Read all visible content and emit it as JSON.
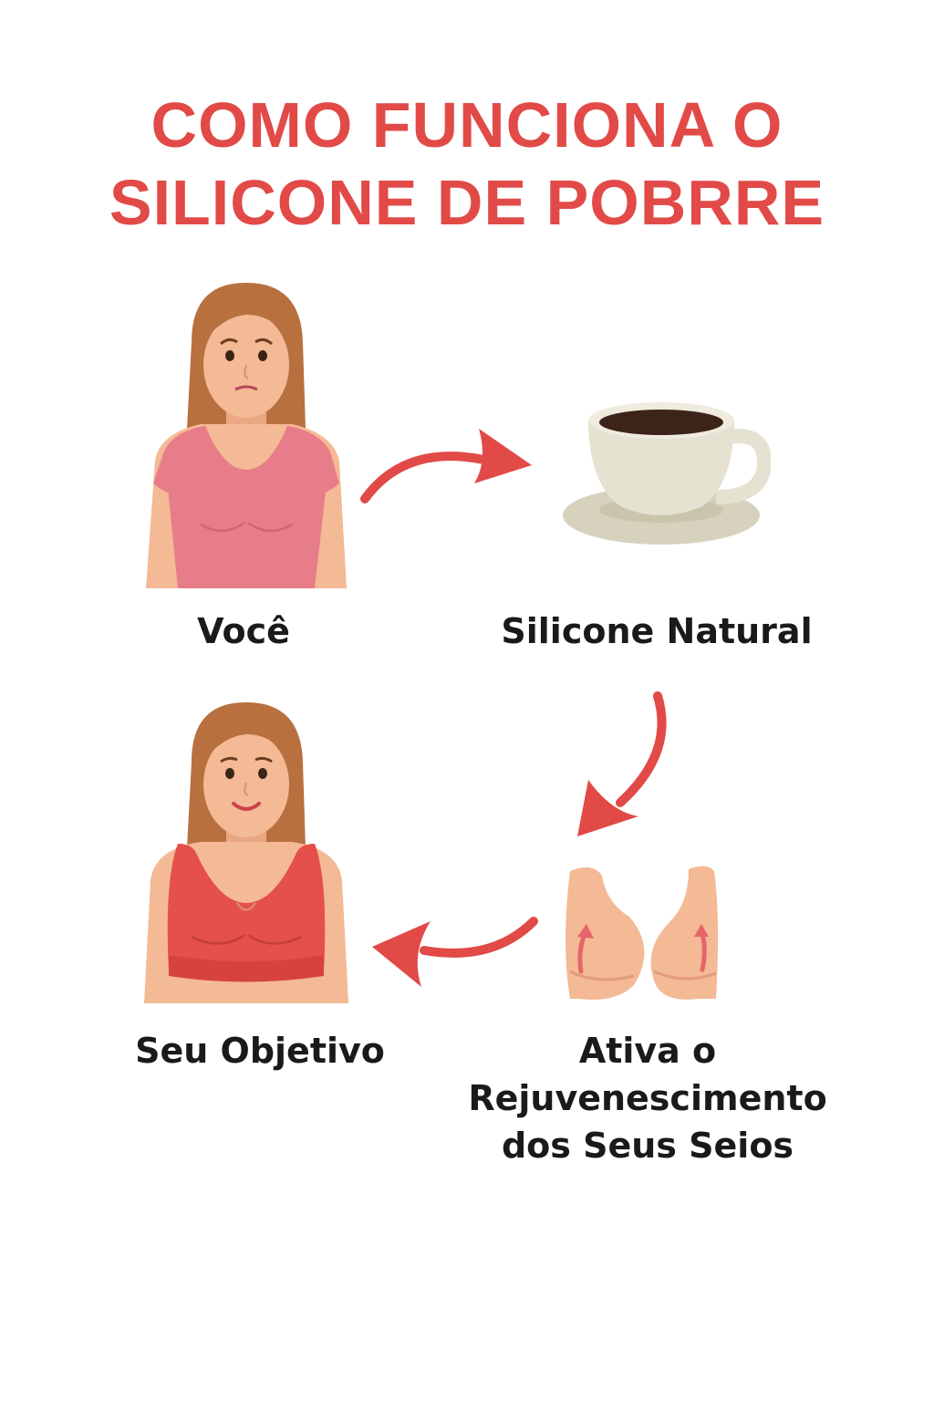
{
  "title": {
    "line1": "COMO FUNCIONA O",
    "line2": "SILICONE DE POBRRE"
  },
  "steps": [
    {
      "label": "Você",
      "icon": "worried-woman-pink-shirt"
    },
    {
      "label": "Silicone Natural",
      "icon": "coffee-cup"
    },
    {
      "label_lines": [
        "Ativa o",
        "Rejuvenescimento",
        "dos Seus Seios"
      ],
      "icon": "breasts-lift"
    },
    {
      "label": "Seu Objetivo",
      "icon": "happy-woman-red-top"
    }
  ],
  "colors": {
    "title": "#e14a47",
    "arrow": "#e14a47",
    "label": "#1a1a1a",
    "skin": "#f4b995",
    "hair": "#b8703f",
    "pink_shirt": "#e87d8a",
    "red_top": "#e5504a",
    "cup": "#e6e2d2",
    "coffee": "#3d2418"
  }
}
